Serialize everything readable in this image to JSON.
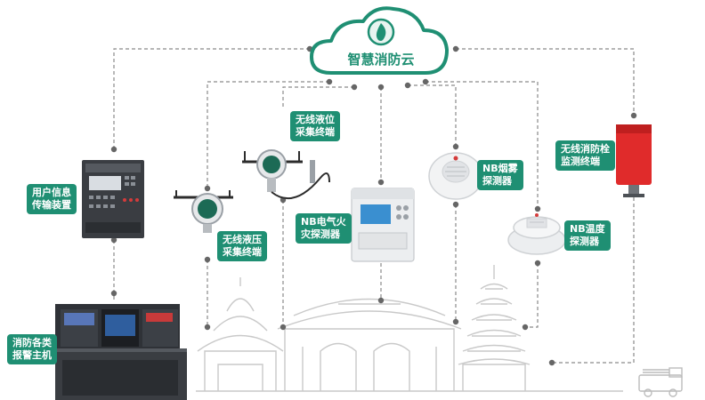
{
  "cloud": {
    "title": "智慧消防云"
  },
  "nodes": {
    "transmission": {
      "line1": "用户信息",
      "line2": "传输装置"
    },
    "alarm_host": {
      "line1": "消防各类",
      "line2": "报警主机"
    },
    "pressure": {
      "line1": "无线液压",
      "line2": "采集终端"
    },
    "level": {
      "line1": "无线液位",
      "line2": "采集终端"
    },
    "electric": {
      "line1": "NB电气火",
      "line2": "灾探测器"
    },
    "smoke": {
      "line1": "NB烟雾",
      "line2": "探测器"
    },
    "temperature": {
      "line1": "NB温度",
      "line2": "探测器"
    },
    "hydrant": {
      "line1": "无线消防栓",
      "line2": "监测终端"
    }
  },
  "colors": {
    "brand_green": "#1f8f73",
    "connector_dot": "#666666",
    "hydrant_red": "#e02b2b"
  }
}
